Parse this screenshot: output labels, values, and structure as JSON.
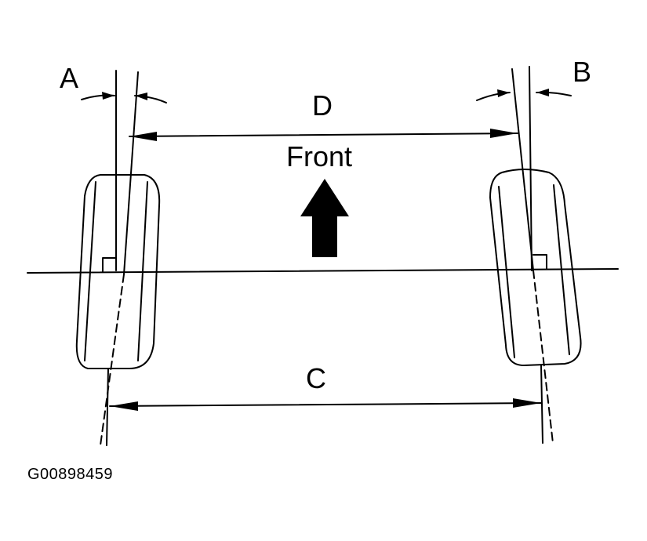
{
  "diagram": {
    "labels": {
      "a": "A",
      "b": "B",
      "d": "D",
      "front": "Front",
      "c": "C"
    },
    "figure_id": "G00898459"
  },
  "colors": {
    "ink": "#000000",
    "paper": "#ffffff"
  },
  "icons": {
    "front_arrow": "up-arrow-icon",
    "dimension_arrows": "double-headed-arrow"
  }
}
